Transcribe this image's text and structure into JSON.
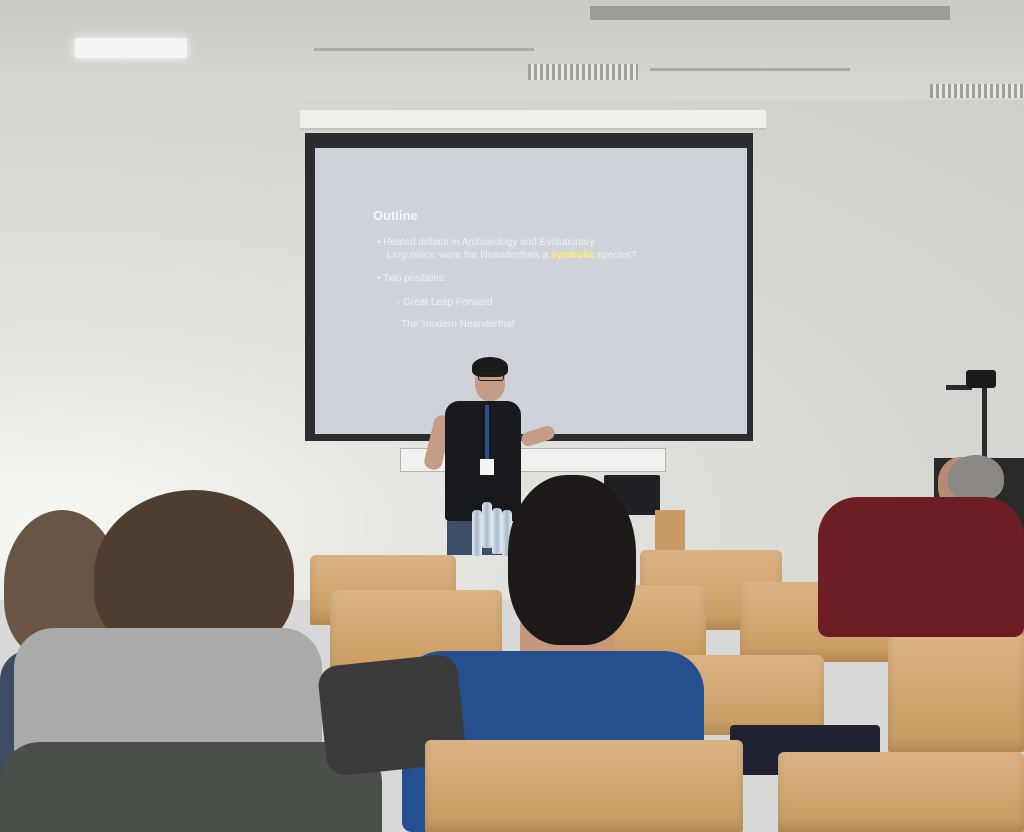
{
  "slide": {
    "title": "Outline",
    "bullet1_line1": "Heated debate in Archaeology and Evolutionary",
    "bullet1_line2_pre": "Linguistics: were the Neanderthals a ",
    "bullet1_highlight": "symbolic",
    "bullet1_line2_post": " species?",
    "bullet2": "Two positions:",
    "sub1": "- Great Leap Forward",
    "sub2": "The 'modern Neanderthal'",
    "bullet_marker": "•"
  },
  "colors": {
    "highlight": "#fff36b",
    "screen_surface": "#cfd2d8",
    "chair_wood": "#d0a26c"
  }
}
